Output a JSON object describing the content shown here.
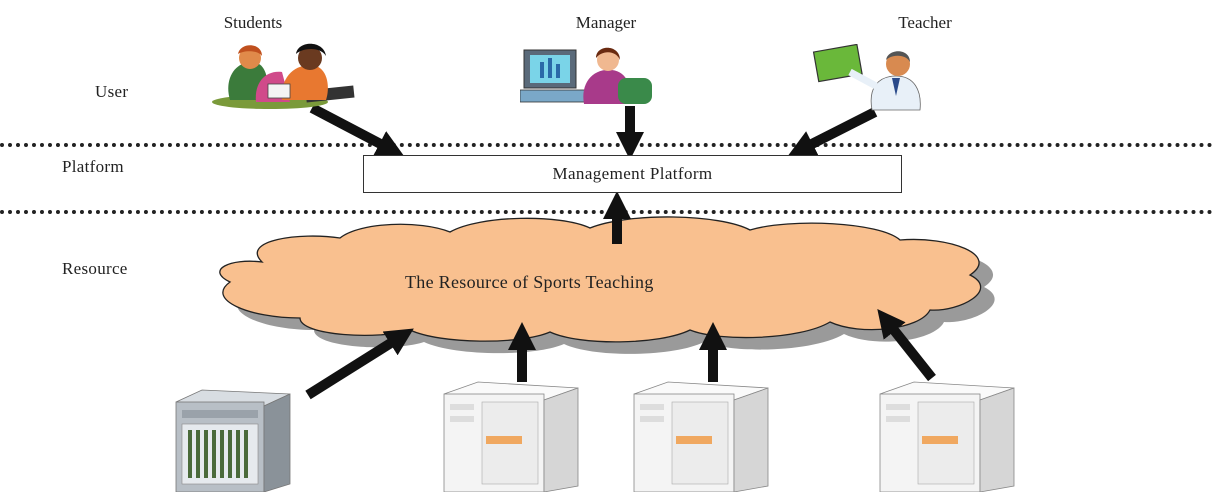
{
  "layers": {
    "user": "User",
    "platform": "Platform",
    "resource": "Resource"
  },
  "users": {
    "students": "Students",
    "manager": "Manager",
    "teacher": "Teacher"
  },
  "platform_box": "Management Platform",
  "cloud_label": "The Resource of Sports Teaching",
  "colors": {
    "cloud_fill": "#f9c08f",
    "cloud_shadow": "#9a9a9a",
    "arrow": "#111111",
    "server_body": "#f4f4f4",
    "server_accent": "#f0a860"
  },
  "icons": [
    "students-clipart-icon",
    "manager-clipart-icon",
    "teacher-clipart-icon",
    "server-tower-icon",
    "server-icon"
  ]
}
